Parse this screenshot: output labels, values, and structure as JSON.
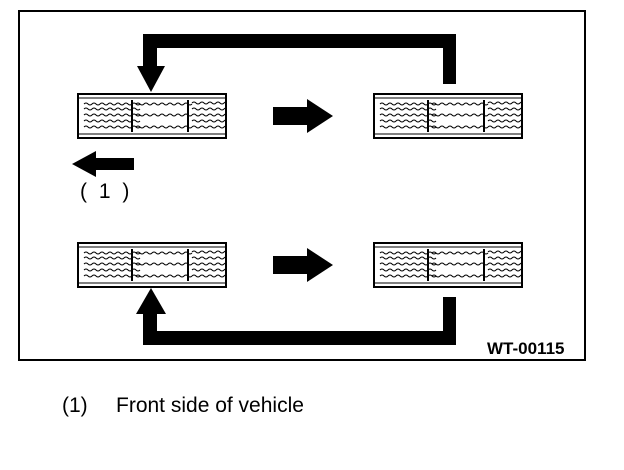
{
  "figure": {
    "reference_label": "( 1 )",
    "figure_code": "WT-00115"
  },
  "legend": [
    {
      "number": "(1)",
      "text": "Front side of vehicle"
    }
  ],
  "icons": {
    "tire": "tire-tread-icon",
    "rotation_arrow": "rotation-arrow-icon",
    "direction_arrow": "direction-arrow-icon"
  }
}
